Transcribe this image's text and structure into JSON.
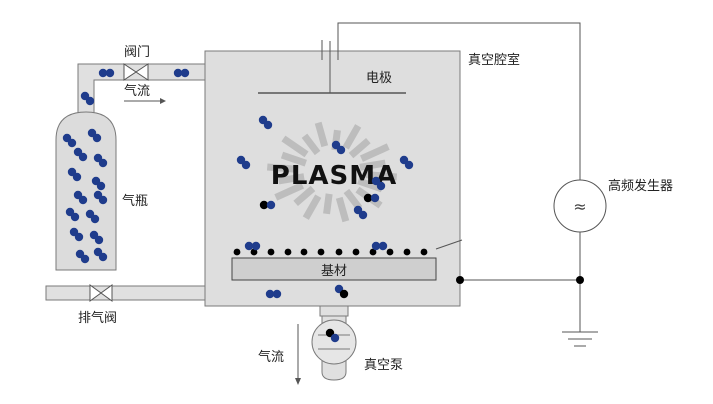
{
  "labels": {
    "valve": "阀门",
    "gas_flow_top": "气流",
    "gas_cylinder": "气瓶",
    "vent_valve": "排气阀",
    "vacuum_chamber": "真空腔室",
    "electrode": "电极",
    "plasma": "PLASMA",
    "substrate": "基材",
    "rf_generator": "高频发生器",
    "rf_symbol": "≈",
    "gas_flow_bottom": "气流",
    "vacuum_pump": "真空泵"
  },
  "colors": {
    "chamber_fill": "#dedede",
    "pipe_fill": "#e0e0e0",
    "line": "#7a7a7a",
    "molecule_blue": "#1f3c8c",
    "particle_black": "#000000",
    "substrate_fill": "#cfcfcf",
    "plasma_rays": "#bdbdbd"
  }
}
